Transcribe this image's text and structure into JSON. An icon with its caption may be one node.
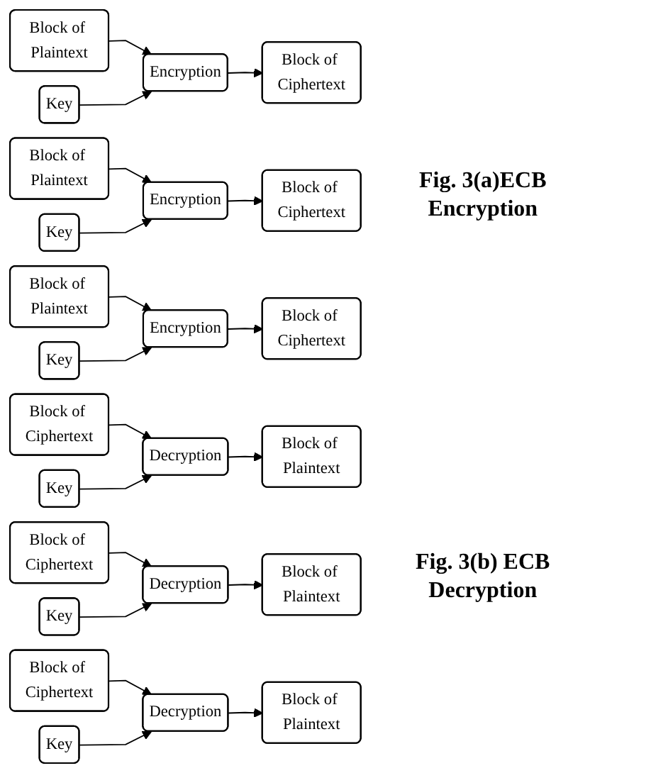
{
  "diagram": {
    "nodes": [
      {
        "text": [
          "Block of Plaintext"
        ]
      },
      {
        "text": [
          "Block of Plaintext"
        ]
      },
      {
        "text": [
          "Block of Plaintext"
        ]
      },
      {
        "text": [
          "Key"
        ]
      },
      {
        "text": [
          "Encryption"
        ]
      },
      {
        "text": [
          "Key"
        ]
      },
      {
        "text": [
          "Encryption"
        ]
      },
      {
        "text": [
          "Key"
        ]
      },
      {
        "text": [
          "Encryption"
        ]
      },
      {
        "text": [
          "Block of Ciphertext"
        ]
      },
      {
        "text": [
          "Block of Ciphertext"
        ]
      },
      {
        "text": [
          "Block of Ciphertext"
        ]
      },
      {
        "text": [
          "Block of Ciphertext"
        ]
      },
      {
        "text": [
          "Block of Ciphertext"
        ]
      },
      {
        "text": [
          "Block of Ciphertext"
        ]
      },
      {
        "text": [
          "Key"
        ]
      },
      {
        "text": [
          "Decryption"
        ]
      },
      {
        "text": [
          "Key"
        ]
      },
      {
        "text": [
          "Decryption"
        ]
      },
      {
        "text": [
          "Key"
        ]
      },
      {
        "text": [
          "Decryption"
        ]
      },
      {
        "text": [
          "Block of Plaintext"
        ]
      },
      {
        "text": [
          "Block of Plaintext"
        ]
      },
      {
        "text": [
          "Block of Plaintext"
        ]
      }
    ],
    "edges": [
      {
        "from": 0,
        "to": 4,
        "arrow": "to"
      },
      {
        "from": 3,
        "to": 4,
        "arrow": "to"
      },
      {
        "from": 4,
        "to": 9,
        "arrow": "to"
      },
      {
        "from": 1,
        "to": 6,
        "arrow": "to"
      },
      {
        "from": 5,
        "to": 6,
        "arrow": "to"
      },
      {
        "from": 6,
        "to": 10,
        "arrow": "to"
      },
      {
        "from": 2,
        "to": 8,
        "arrow": "to"
      },
      {
        "from": 7,
        "to": 8,
        "arrow": "to"
      },
      {
        "from": 8,
        "to": 11,
        "arrow": "to"
      },
      {
        "from": 12,
        "to": 16,
        "arrow": "to"
      },
      {
        "from": 15,
        "to": 16,
        "arrow": "to"
      },
      {
        "from": 16,
        "to": 21,
        "arrow": "to"
      },
      {
        "from": 13,
        "to": 18,
        "arrow": "to"
      },
      {
        "from": 17,
        "to": 18,
        "arrow": "to"
      },
      {
        "from": 18,
        "to": 22,
        "arrow": "to"
      },
      {
        "from": 14,
        "to": 20,
        "arrow": "to"
      },
      {
        "from": 19,
        "to": 20,
        "arrow": "to"
      },
      {
        "from": 20,
        "to": 23,
        "arrow": "to"
      }
    ],
    "labels": [
      "Fig. 3(a)ECB Encryption",
      "Fig. 3(b) ECB Decryption"
    ]
  }
}
